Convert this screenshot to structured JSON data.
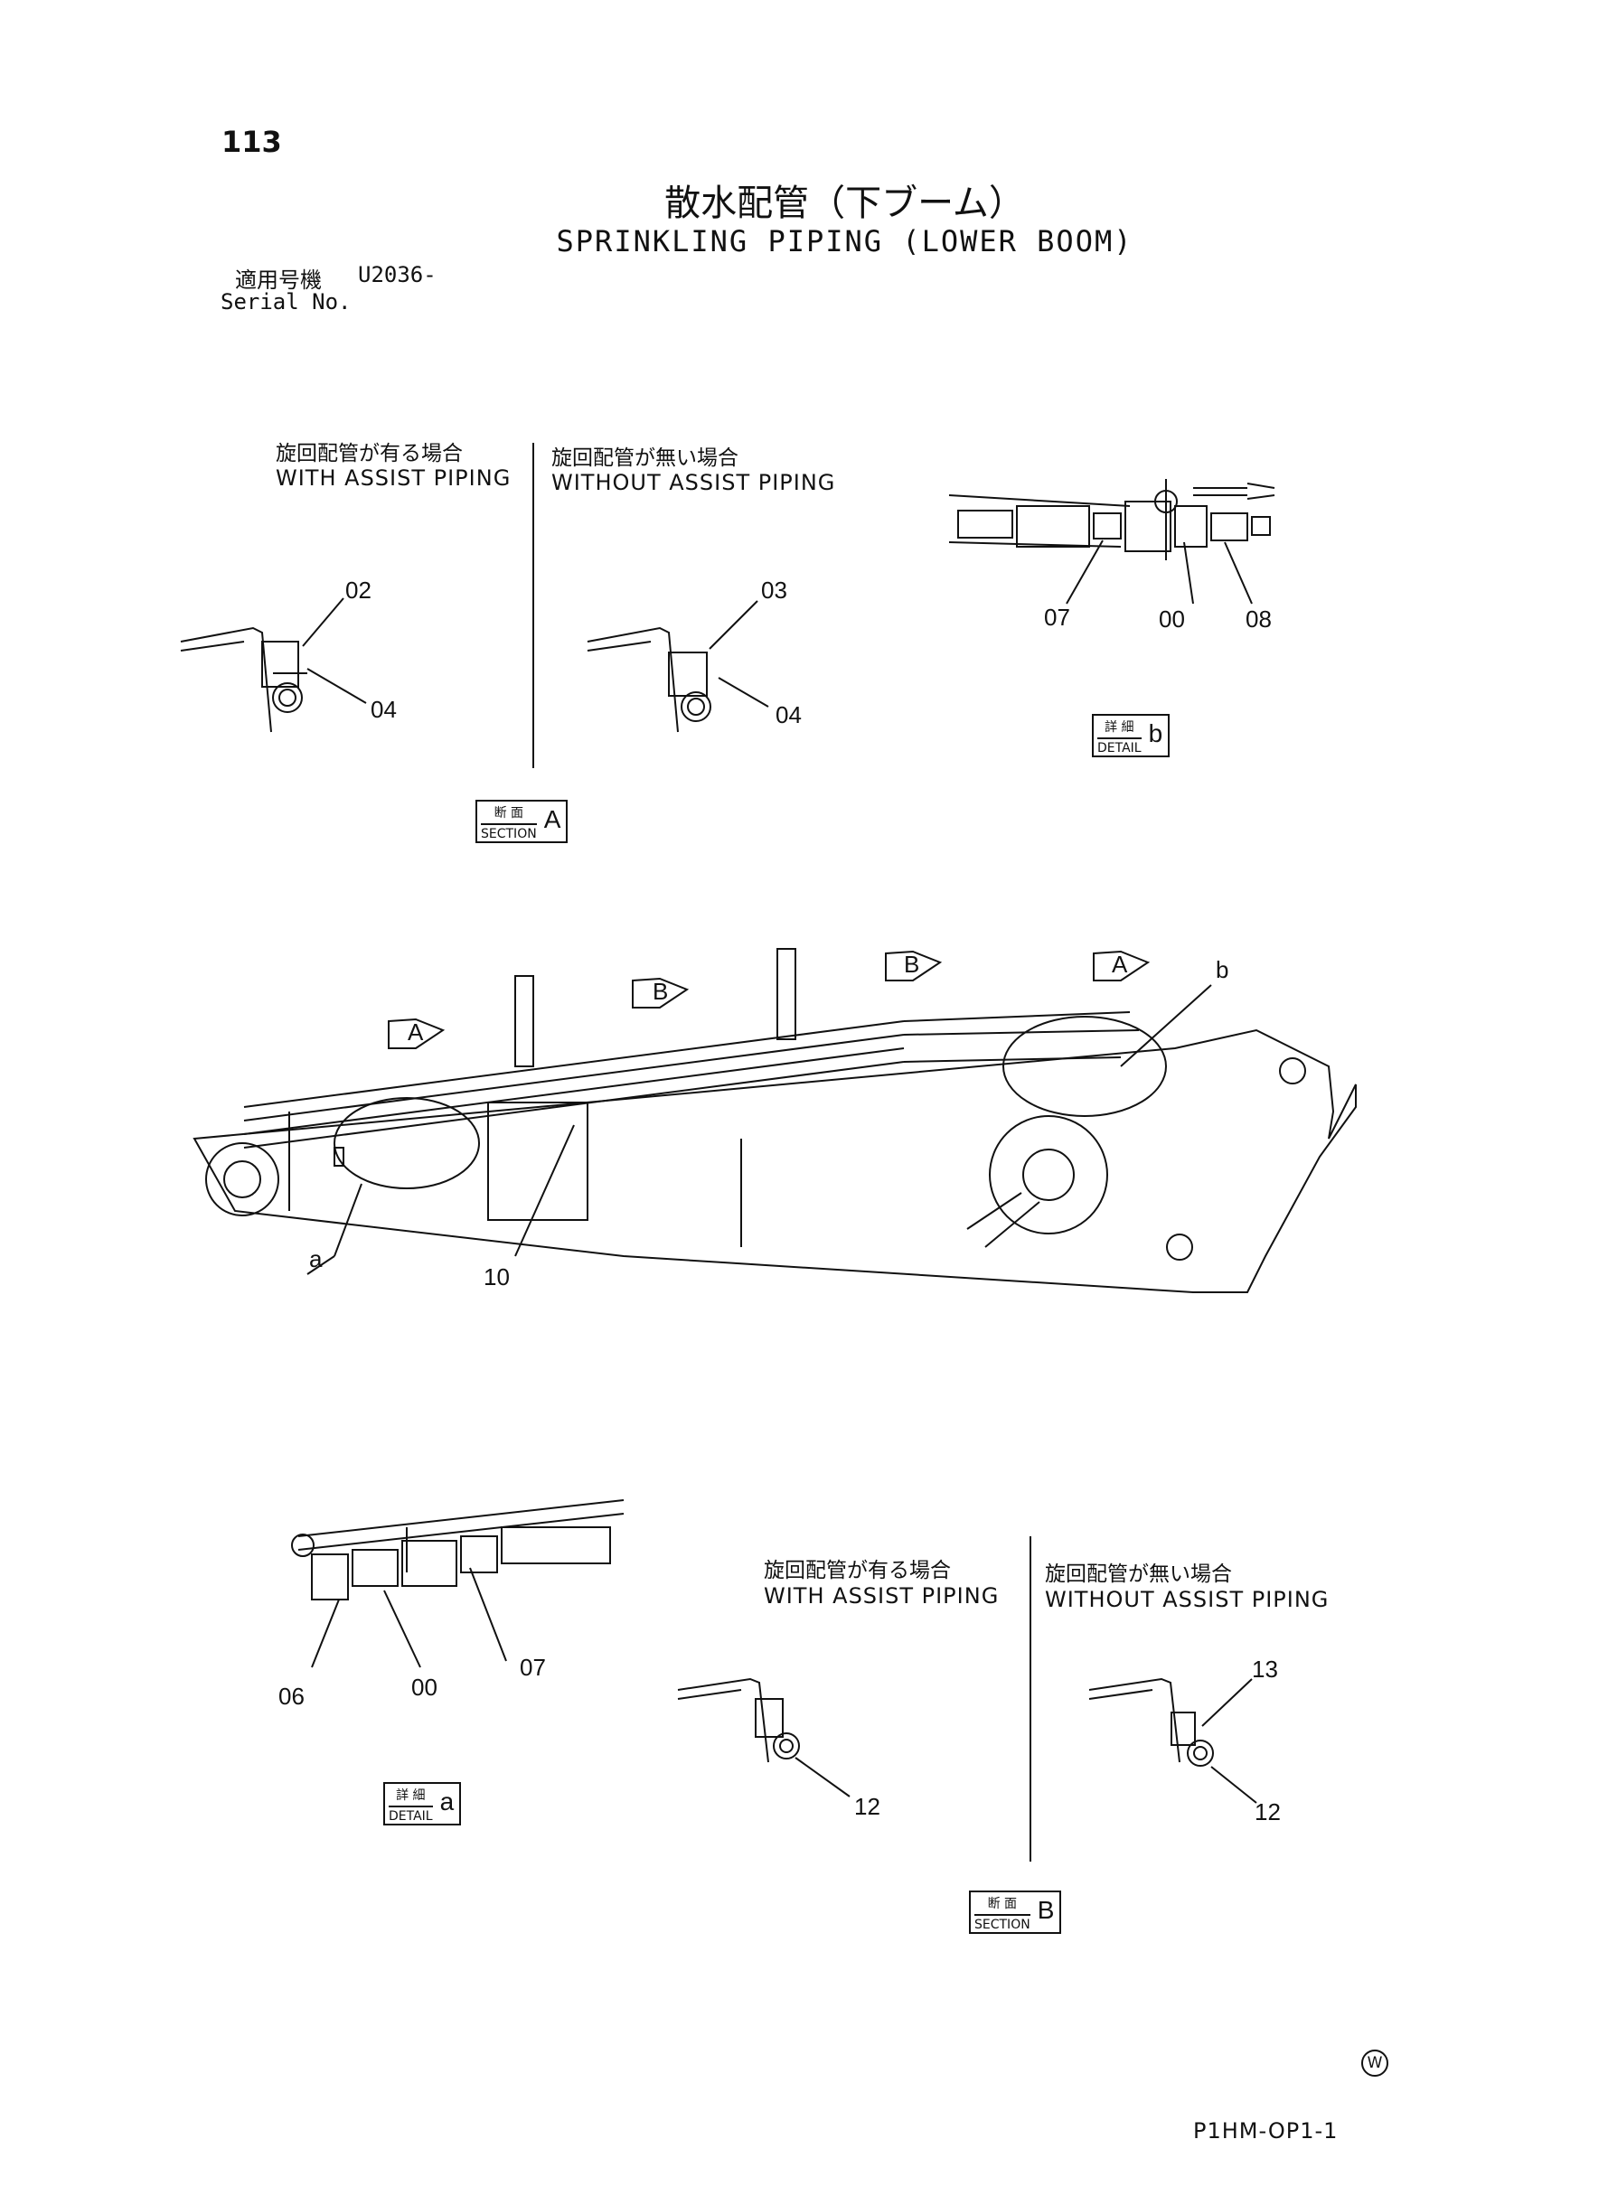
{
  "header": {
    "page_number": "113",
    "title_ja": "散水配管（下ブーム）",
    "title_en": "SPRINKLING PIPING (LOWER BOOM)",
    "serial_label_ja": "適用号機",
    "serial_value": "U2036-",
    "serial_label_en": "Serial No."
  },
  "section_a": {
    "left_ja": "旋回配管が有る場合",
    "left_en": "WITH ASSIST PIPING",
    "right_ja": "旋回配管が無い場合",
    "right_en": "WITHOUT ASSIST PIPING",
    "callouts": [
      "02",
      "04",
      "03",
      "04"
    ],
    "tag_top": "断 面",
    "tag_bottom": "SECTION",
    "tag_letter": "A"
  },
  "detail_b": {
    "callouts": [
      "07",
      "00",
      "08"
    ],
    "tag_top": "詳 細",
    "tag_bottom": "DETAIL",
    "tag_letter": "b"
  },
  "main_view": {
    "arrow_labels": [
      "A",
      "B",
      "B",
      "A"
    ],
    "callouts": [
      "b",
      "a",
      "10"
    ]
  },
  "detail_a": {
    "callouts": [
      "06",
      "00",
      "07"
    ],
    "tag_top": "詳 細",
    "tag_bottom": "DETAIL",
    "tag_letter": "a"
  },
  "section_b": {
    "left_ja": "旋回配管が有る場合",
    "left_en": "WITH ASSIST PIPING",
    "right_ja": "旋回配管が無い場合",
    "right_en": "WITHOUT ASSIST PIPING",
    "callouts": [
      "12",
      "13",
      "12"
    ],
    "tag_top": "断 面",
    "tag_bottom": "SECTION",
    "tag_letter": "B"
  },
  "footer": {
    "watermark": "W",
    "code": "P1HM-OP1-1"
  }
}
